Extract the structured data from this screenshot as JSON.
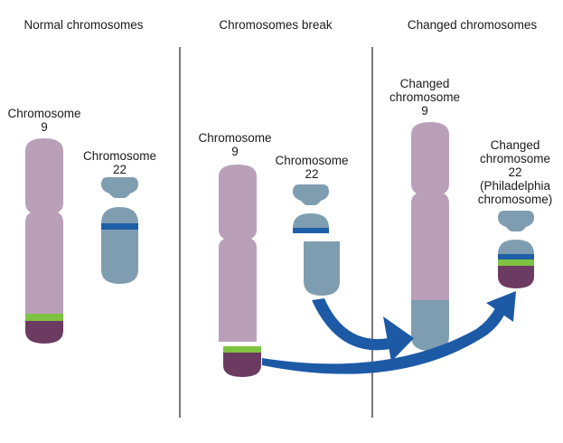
{
  "panels": [
    {
      "title": "Normal chromosomes"
    },
    {
      "title": "Chromosomes break"
    },
    {
      "title": "Changed chromosomes"
    }
  ],
  "labels": {
    "normal_chr9": "Chromosome\n9",
    "normal_chr22": "Chromosome\n22",
    "break_chr9": "Chromosome\n9",
    "break_chr22": "Chromosome\n22",
    "changed_chr9": "Changed\nchromosome\n9",
    "changed_chr22": "Changed\nchromosome\n22\n(Philadelphia\nchromosome)"
  },
  "colors": {
    "chr9": "#b9a0b8",
    "chr22": "#7f9db1",
    "band_blue": "#1f5fa8",
    "band_green": "#7fc241",
    "tip_purple": "#6c3b62",
    "arrow": "#1c5aa6",
    "divider": "#333333"
  }
}
